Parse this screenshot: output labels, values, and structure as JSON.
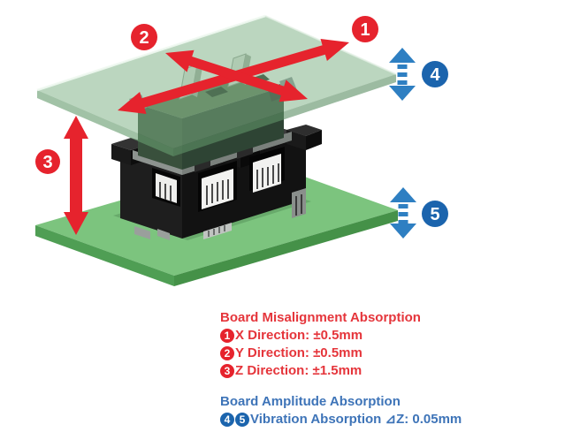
{
  "colors": {
    "red_accent": "#e6232d",
    "red_text": "#e5353b",
    "blue_badge": "#1b64ad",
    "blue_arrow": "#2e7fc2",
    "blue_text": "#3e74b8",
    "upper_board_green": "#b7d4bc",
    "lower_board_green": "#7cc47e"
  },
  "diagram": {
    "badges": [
      {
        "label": "1",
        "meaning": "X direction misalignment arrow"
      },
      {
        "label": "2",
        "meaning": "Y direction misalignment arrow"
      },
      {
        "label": "3",
        "meaning": "Z direction misalignment arrow"
      },
      {
        "label": "4",
        "meaning": "upper board vibration absorption"
      },
      {
        "label": "5",
        "meaning": "lower board vibration absorption"
      }
    ]
  },
  "legend": {
    "misalignment": {
      "title": "Board Misalignment Absorption",
      "items": [
        {
          "badge": "1",
          "text": "X Direction: ±0.5mm"
        },
        {
          "badge": "2",
          "text": "Y Direction: ±0.5mm"
        },
        {
          "badge": "3",
          "text": "Z Direction: ±1.5mm"
        }
      ]
    },
    "amplitude": {
      "title": "Board Amplitude Absorption",
      "item": {
        "badge_a": "4",
        "badge_b": "5",
        "text": "Vibration Absorption ⊿Z: 0.05mm"
      }
    }
  }
}
